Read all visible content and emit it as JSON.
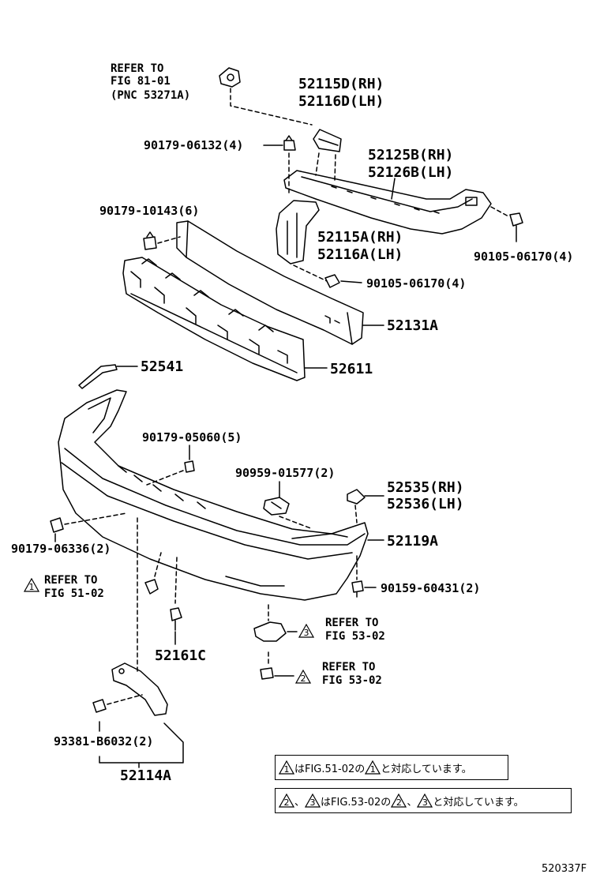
{
  "refer_top": {
    "line1": "REFER TO",
    "line2": "FIG 81-01",
    "line3": "(PNC 53271A)"
  },
  "parts": {
    "p52115D": "52115D(RH)",
    "p52116D": "52116D(LH)",
    "p90179_06132": "90179-06132(4)",
    "p52125B": "52125B(RH)",
    "p52126B": "52126B(LH)",
    "p90179_10143": "90179-10143(6)",
    "p52115A": "52115A(RH)",
    "p52116A": "52116A(LH)",
    "p90105_06170_a": "90105-06170(4)",
    "p90105_06170_b": "90105-06170(4)",
    "p52131A": "52131A",
    "p52541": "52541",
    "p52611": "52611",
    "p90179_05060": "90179-05060(5)",
    "p90959_01577": "90959-01577(2)",
    "p52535": "52535(RH)",
    "p52536": "52536(LH)",
    "p90179_06336": "90179-06336(2)",
    "p52119A": "52119A",
    "p90159_60431": "90159-60431(2)",
    "p52161C": "52161C",
    "p93381": "93381-B6032(2)",
    "p52114A": "52114A"
  },
  "refs": {
    "r1": {
      "num": "1",
      "line1": "REFER TO",
      "line2": "FIG 51-02"
    },
    "r3": {
      "num": "3",
      "line1": "REFER TO",
      "line2": "FIG 53-02"
    },
    "r2": {
      "num": "2",
      "line1": "REFER TO",
      "line2": "FIG 53-02"
    }
  },
  "notes": {
    "n1_num": "1",
    "n1_a": "はFIG.51-02の",
    "n1_b": "と対応しています。",
    "n2_num_a": "2",
    "n2_sep": "、",
    "n2_num_b": "3",
    "n2_a": "はFIG.53-02の",
    "n2_b": "と対応しています。"
  },
  "diagram_id": "520337F"
}
